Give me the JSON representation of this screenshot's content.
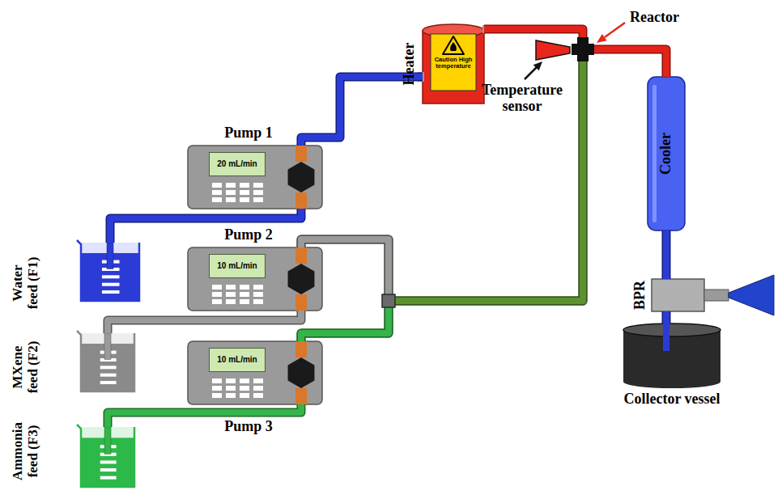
{
  "diagram": {
    "nodes": [
      {
        "text": [
          "Heater",
          "Caution High temperature"
        ]
      },
      {
        "text": [
          "Reactor"
        ]
      },
      {
        "text": [
          "Temperature sensor"
        ]
      },
      {
        "text": [
          "Cooler"
        ]
      },
      {
        "text": [
          "Pump 1",
          "20 mL/min"
        ]
      },
      {
        "text": [
          "Water feed (F1)"
        ]
      },
      {
        "text": [
          "Pump 2",
          "10 mL/min"
        ]
      },
      {
        "text": [
          "MXene feed (F2)"
        ]
      },
      {
        "text": [
          "BPR"
        ]
      },
      {
        "text": [
          "Collector vessel"
        ]
      },
      {
        "text": [
          "Pump 3",
          "10 mL/min"
        ]
      },
      {
        "text": [
          "Ammonia feed (F3)"
        ]
      }
    ],
    "edges": [
      {
        "from": 5,
        "to": 4,
        "arrow": "none"
      },
      {
        "from": 4,
        "to": 0,
        "arrow": "none"
      },
      {
        "from": 0,
        "to": 1,
        "arrow": "none"
      },
      {
        "from": 1,
        "to": 3,
        "arrow": "none"
      },
      {
        "from": 3,
        "to": 8,
        "arrow": "none"
      },
      {
        "from": 8,
        "to": 9,
        "arrow": "none"
      },
      {
        "from": 7,
        "to": 6,
        "arrow": "none"
      },
      {
        "from": 11,
        "to": 10,
        "arrow": "none"
      },
      {
        "from": 6,
        "to": 1,
        "arrow": "none"
      },
      {
        "from": 10,
        "to": 1,
        "arrow": "none"
      }
    ]
  }
}
